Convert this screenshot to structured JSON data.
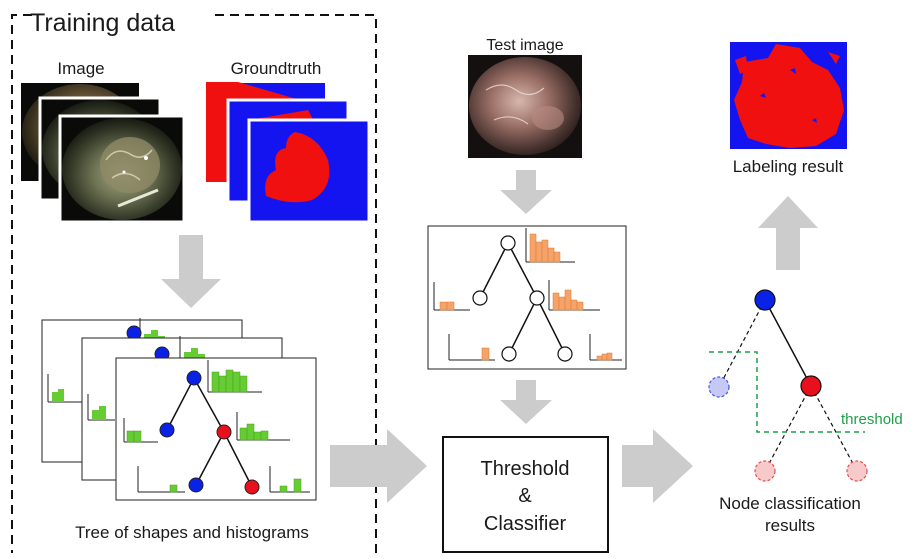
{
  "training": {
    "title": "Training data",
    "image_label": "Image",
    "groundtruth_label": "Groundtruth",
    "tree_label": "Tree of shapes and histograms"
  },
  "test": {
    "image_label": "Test image"
  },
  "classifier": {
    "line1": "Threshold",
    "line2": "&",
    "line3": "Classifier"
  },
  "result": {
    "labeling_label": "Labeling result",
    "node_label_line1": "Node classification",
    "node_label_line2": "results",
    "threshold_label": "threshold"
  },
  "colors": {
    "node_blue": "#0a22e6",
    "node_red": "#e8101c",
    "hist_green": "#66cc33",
    "hist_orange": "#f5a368",
    "gt_blue": "#1414f0",
    "gt_red": "#f01010",
    "arrow_gray": "#cccccc",
    "threshold_green": "#1ea04a"
  }
}
